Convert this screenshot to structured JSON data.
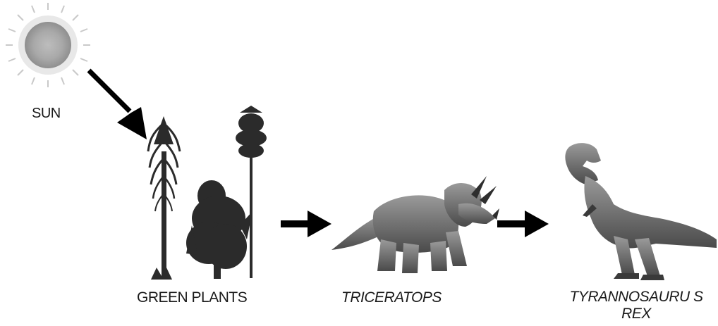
{
  "diagram": {
    "nodes": [
      {
        "id": "sun",
        "label": "SUN"
      },
      {
        "id": "plants",
        "label": "GREEN PLANTS"
      },
      {
        "id": "triceratops",
        "label": "TRICERATOPS"
      },
      {
        "id": "trex",
        "label": "TYRANNOSAURU S REX"
      }
    ],
    "edges": [
      {
        "from": "sun",
        "to": "plants"
      },
      {
        "from": "plants",
        "to": "triceratops"
      },
      {
        "from": "triceratops",
        "to": "trex"
      }
    ]
  }
}
